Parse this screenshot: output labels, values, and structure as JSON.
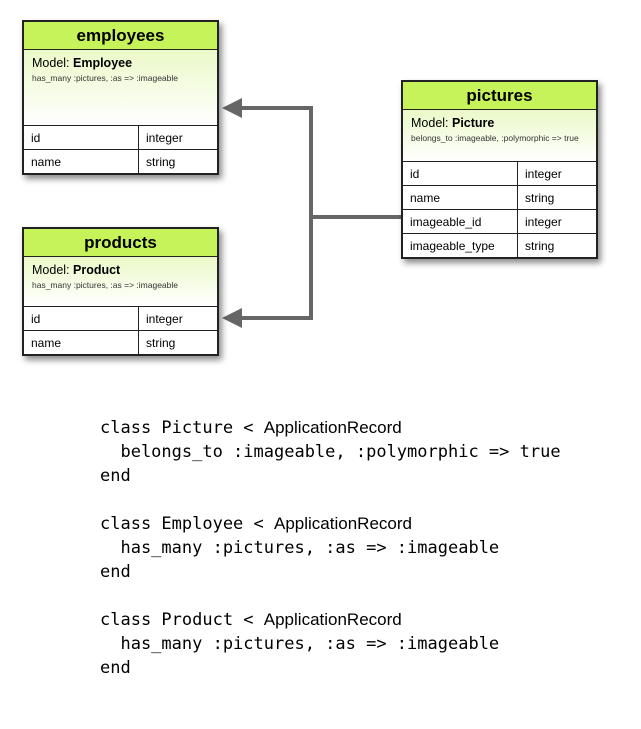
{
  "tables": {
    "employees": {
      "title": "employees",
      "model_label": "Model: ",
      "model_name": "Employee",
      "association": "has_many :pictures, :as => :imageable",
      "columns": [
        {
          "name": "id",
          "type": "integer"
        },
        {
          "name": "name",
          "type": "string"
        }
      ]
    },
    "products": {
      "title": "products",
      "model_label": "Model: ",
      "model_name": "Product",
      "association": "has_many :pictures, :as => :imageable",
      "columns": [
        {
          "name": "id",
          "type": "integer"
        },
        {
          "name": "name",
          "type": "string"
        }
      ]
    },
    "pictures": {
      "title": "pictures",
      "model_label": "Model: ",
      "model_name": "Picture",
      "association": "belongs_to :imageable, :polymorphic => true",
      "columns": [
        {
          "name": "id",
          "type": "integer"
        },
        {
          "name": "name",
          "type": "string"
        },
        {
          "name": "imageable_id",
          "type": "integer"
        },
        {
          "name": "imageable_type",
          "type": "string"
        }
      ]
    }
  },
  "code": {
    "picture": {
      "decl": "class Picture < ",
      "parent": "ApplicationRecord",
      "body": "  belongs_to :imageable, :polymorphic => true",
      "end": "end"
    },
    "employee": {
      "decl": "class Employee < ",
      "parent": "ApplicationRecord",
      "body": "  has_many :pictures, :as => :imageable",
      "end": "end"
    },
    "product": {
      "decl": "class Product < ",
      "parent": "ApplicationRecord",
      "body": "  has_many :pictures, :as => :imageable",
      "end": "end"
    }
  },
  "colors": {
    "header_green": "#c6f25a",
    "connector": "#666666"
  }
}
